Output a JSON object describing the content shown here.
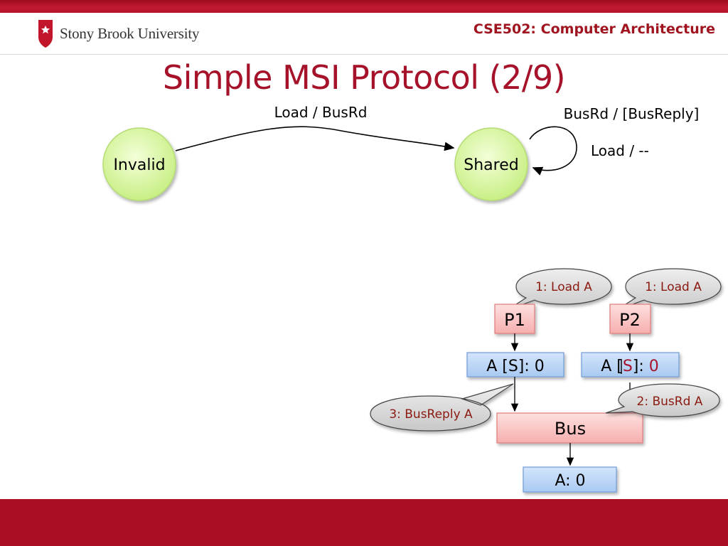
{
  "header": {
    "university": "Stony Brook University",
    "course": "CSE502: Computer Architecture"
  },
  "title": "Simple MSI Protocol (2/9)",
  "fsm": {
    "states": [
      "Invalid",
      "Shared"
    ],
    "transition_invalid_to_shared": "Load / BusRd",
    "self_loop_label_1": "BusRd / [BusReply]",
    "self_loop_label_2": "Load / --"
  },
  "system": {
    "p1": "P1",
    "p2": "P2",
    "p1_cache": "A [S]: 0",
    "p2_cache_prefix": "A [",
    "p2_cache_state": "S",
    "p2_cache_suffix": "]: ",
    "p2_cache_value": "0",
    "bus": "Bus",
    "memory": "A: 0",
    "callout_p1": "1: Load A",
    "callout_p2": "1: Load A",
    "callout_busrd": "2: BusRd A",
    "callout_busreply": "3: BusReply A"
  },
  "colors": {
    "brand_red": "#a90e24",
    "title_red": "#a5122a",
    "state_green": "#d9f7a0",
    "cache_blue": "#bcd6f7",
    "proc_pink": "#f9c3c3",
    "callout_gray": "#d6d6d6",
    "callout_text": "#8a1a10"
  }
}
